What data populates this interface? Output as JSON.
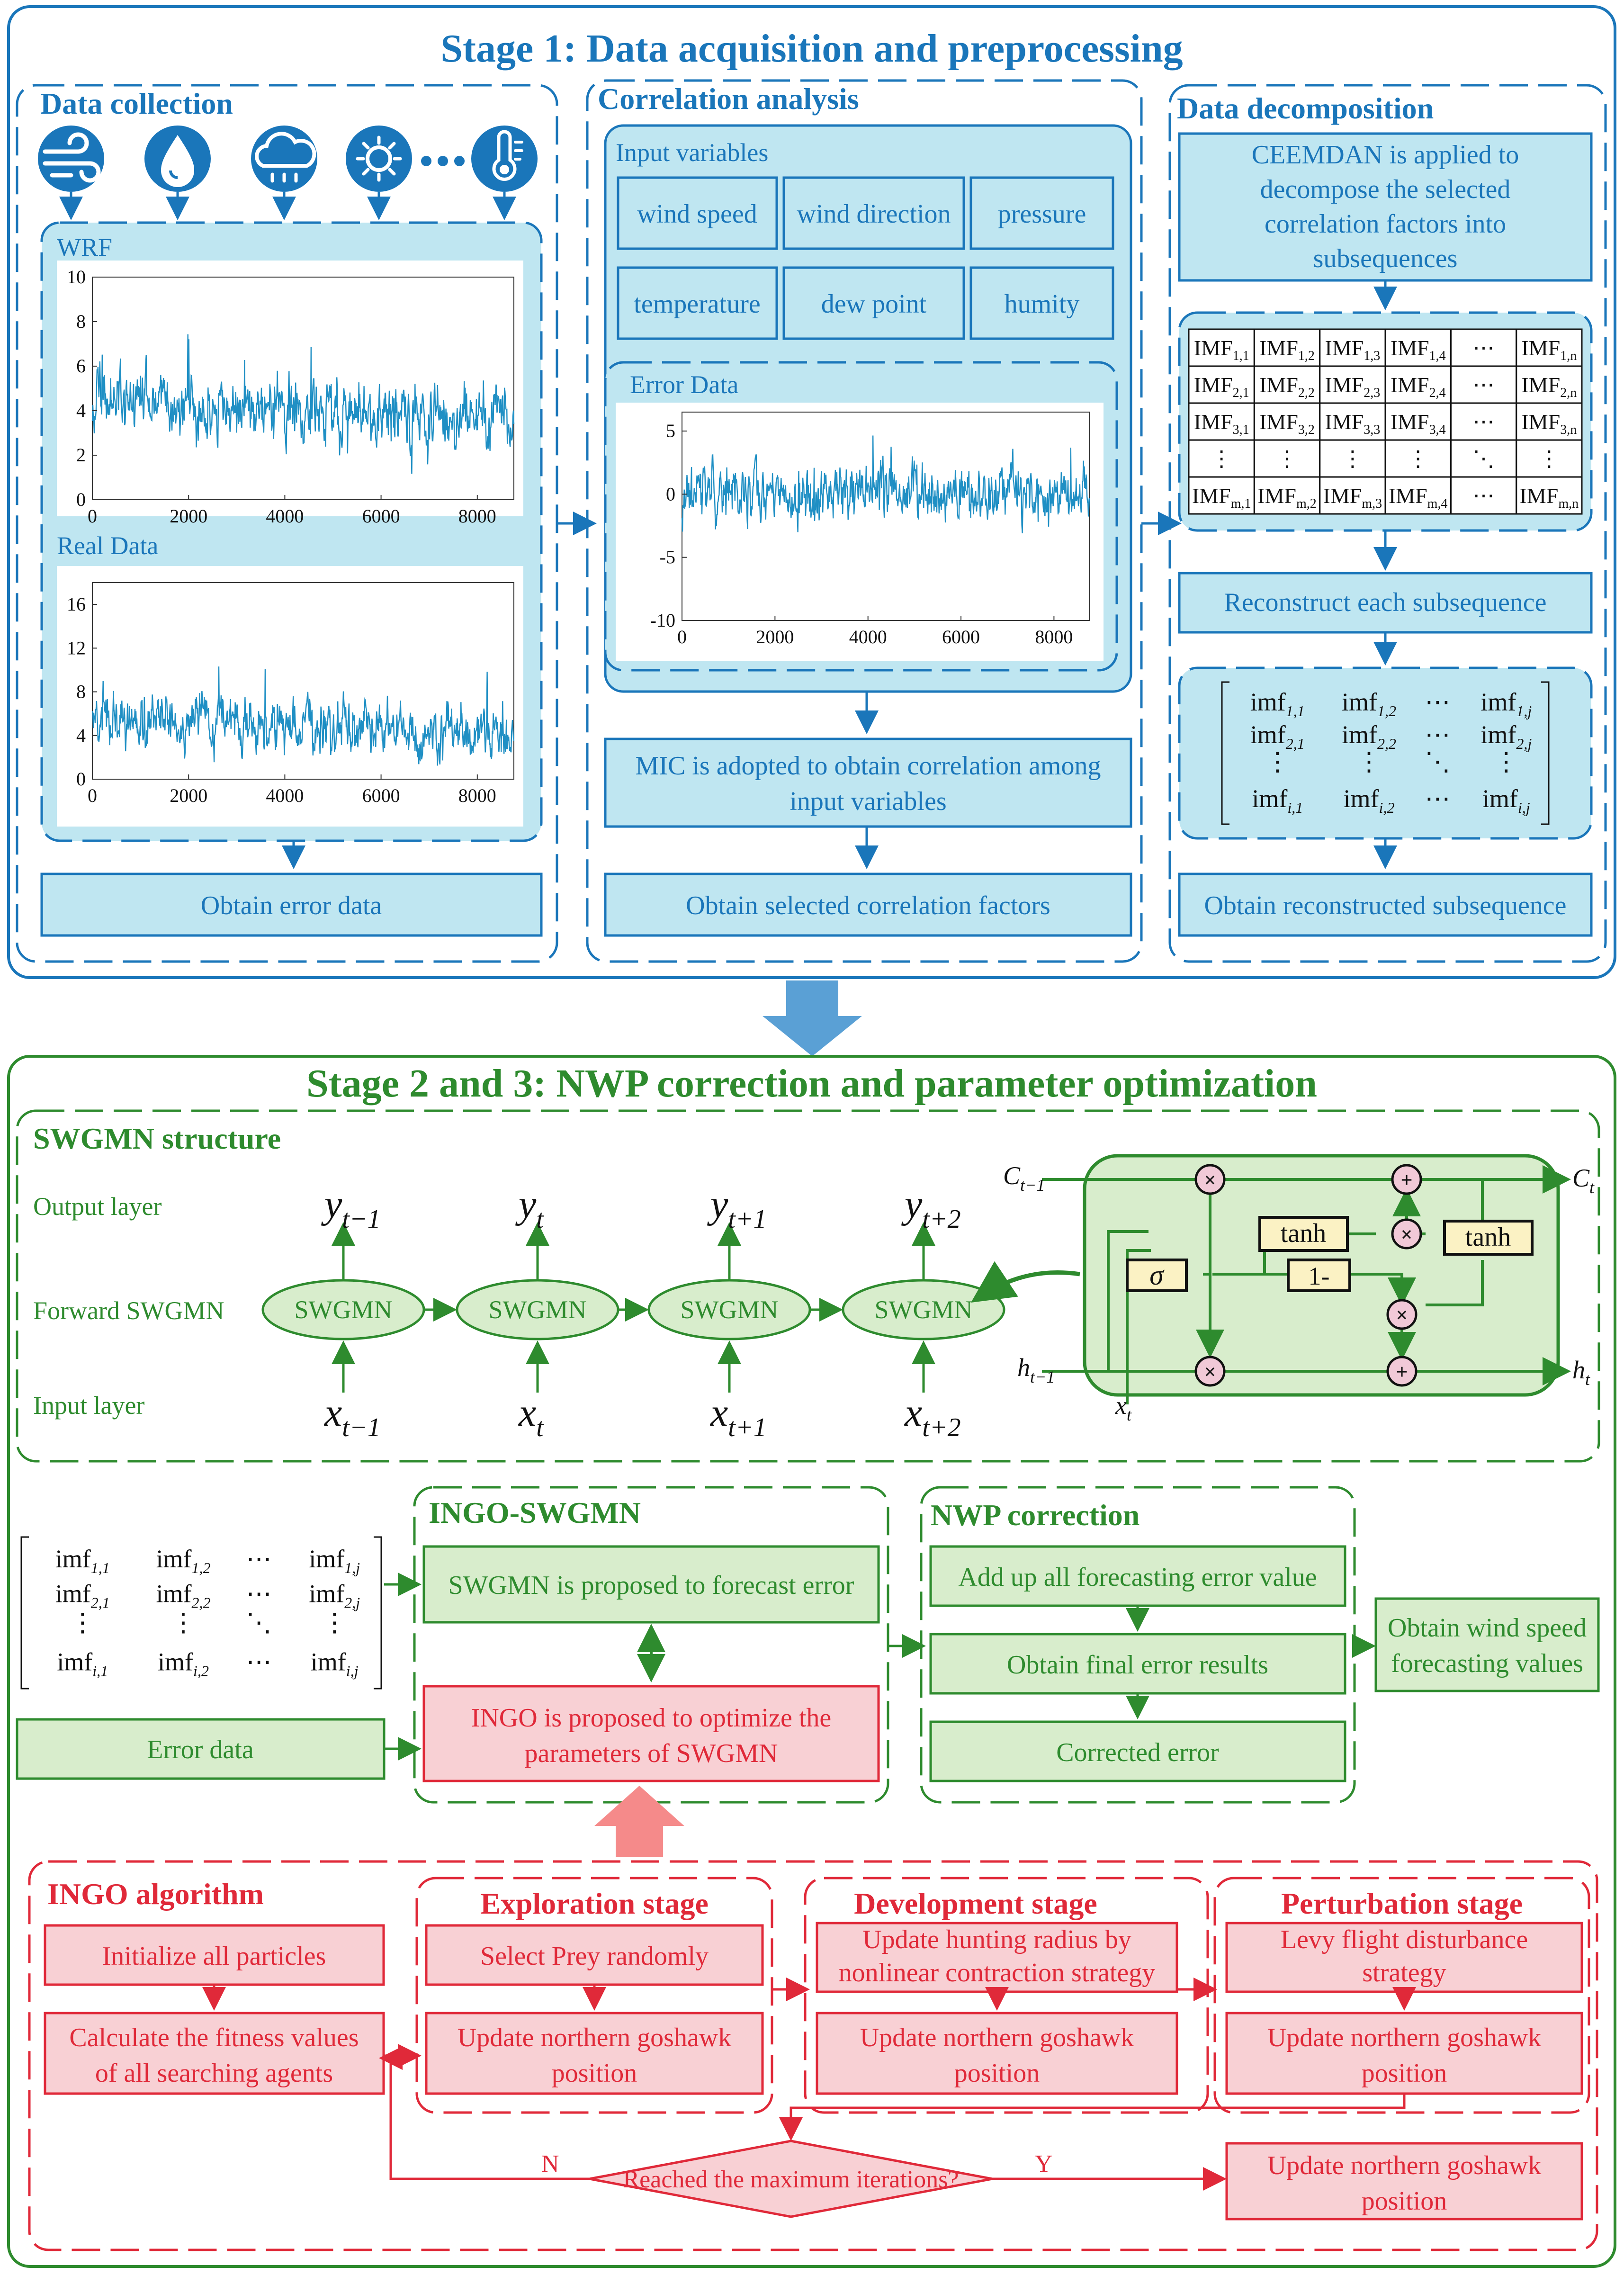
{
  "stage1": {
    "title": "Stage 1: Data acquisition and preprocessing",
    "data_collection": {
      "title": "Data collection",
      "icons": [
        "wind-icon",
        "raindrop-icon",
        "rain-cloud-icon",
        "sun-icon",
        "ellipsis-icon",
        "thermometer-icon"
      ],
      "wrf_label": "WRF",
      "real_label": "Real Data",
      "obtain_error": "Obtain error data"
    },
    "correlation": {
      "title": "Correlation analysis",
      "input_title": "Input variables",
      "variables": [
        "wind speed",
        "wind direction",
        "pressure",
        "temperature",
        "dew point",
        "humity"
      ],
      "error_data_label": "Error Data",
      "mic_line1": "MIC is adopted to obtain correlation among",
      "mic_line2": "input variables",
      "obtain_selected": "Obtain selected correlation factors"
    },
    "decomposition": {
      "title": "Data decomposition",
      "ceemdan_lines": [
        "CEEMDAN is applied to",
        "decompose the selected",
        "correlation factors into",
        "subsequences"
      ],
      "imf_base": "IMF",
      "imf_rows": [
        [
          "1,1",
          "1,2",
          "1,3",
          "1,4",
          "⋯",
          "1,n"
        ],
        [
          "2,1",
          "2,2",
          "2,3",
          "2,4",
          "⋯",
          "2,n"
        ],
        [
          "3,1",
          "3,2",
          "3,3",
          "3,4",
          "⋯",
          "3,n"
        ],
        [
          "⋮",
          "⋮",
          "⋮",
          "⋮",
          "⋱",
          "⋮"
        ],
        [
          "m,1",
          "m,2",
          "m,3",
          "m,4",
          "⋯",
          "m,n"
        ]
      ],
      "reconstruct": "Reconstruct each subsequence",
      "imf_lower": "imf",
      "imf_matrix": [
        [
          "1,1",
          "1,2",
          "⋯",
          "1,j"
        ],
        [
          "2,1",
          "2,2",
          "⋯",
          "2,j"
        ],
        [
          "⋮",
          "⋮",
          "⋱",
          "⋮"
        ],
        [
          "i,1",
          "i,2",
          "⋯",
          "i,j"
        ]
      ],
      "obtain_reconstructed": "Obtain reconstructed subsequence"
    }
  },
  "stage2": {
    "title": "Stage 2 and 3: NWP correction and parameter optimization",
    "swgmn": {
      "title": "SWGMN structure",
      "layer_labels": [
        "Output layer",
        "Forward SWGMN",
        "Input layer"
      ],
      "cell_label": "SWGMN",
      "output_sub": [
        "t−1",
        "t",
        "t+1",
        "t+2"
      ],
      "output_var": "y",
      "input_var": "x",
      "gate": {
        "c_prev": "C",
        "c_prev_sub": "t−1",
        "c_next": "C",
        "c_next_sub": "t",
        "h_prev": "h",
        "h_prev_sub": "t−1",
        "h_next": "h",
        "h_next_sub": "t",
        "x": "x",
        "x_sub": "t",
        "tanh1": "tanh",
        "tanh2": "tanh",
        "sigma": "σ",
        "one_minus": "1-",
        "times": "×",
        "plus": "+"
      }
    },
    "ingo_swgmn": {
      "title": "INGO-SWGMN",
      "forecast": "SWGMN is proposed to forecast error",
      "optimize_line1": "INGO is proposed to optimize the",
      "optimize_line2": "parameters of SWGMN"
    },
    "error_data": "Error data",
    "nwp": {
      "title": "NWP correction",
      "add_up": "Add up all forecasting error value",
      "final": "Obtain final error results",
      "corrected": "Corrected error",
      "obtain_wind_line1": "Obtain wind speed",
      "obtain_wind_line2": "forecasting values"
    },
    "ingo": {
      "title": "INGO algorithm",
      "init": "Initialize all particles",
      "fitness_line1": "Calculate the fitness values",
      "fitness_line2": "of all searching agents",
      "exploration": {
        "title": "Exploration stage",
        "select": "Select Prey randomly",
        "update_line1": "Update northern goshawk",
        "update_line2": "position"
      },
      "development": {
        "title": "Development stage",
        "radius_line1": "Update hunting radius by",
        "radius_line2": "nonlinear contraction strategy",
        "update_line1": "Update northern goshawk",
        "update_line2": "position"
      },
      "perturbation": {
        "title": "Perturbation stage",
        "levy_line1": "Levy flight disturbance",
        "levy_line2": "strategy",
        "update_line1": "Update northern goshawk",
        "update_line2": "position"
      },
      "decision": "Reached the maximum iterations?",
      "no": "N",
      "yes": "Y",
      "final_line1": "Update northern goshawk",
      "final_line2": "position"
    }
  },
  "chart_data": [
    {
      "type": "line",
      "name": "WRF",
      "x_ticks": [
        "0",
        "2000",
        "4000",
        "6000",
        "8000"
      ],
      "y_ticks": [
        "0",
        "2",
        "4",
        "6",
        "8",
        "10"
      ],
      "xlim": [
        0,
        8760
      ],
      "ylim": [
        0,
        10
      ],
      "seed": 11,
      "mean": 4.1,
      "spread": 1.3,
      "trend": [
        4.4,
        3.6
      ],
      "color": "#1f8fc4"
    },
    {
      "type": "line",
      "name": "Error Data",
      "x_ticks": [
        "0",
        "2000",
        "4000",
        "6000",
        "8000"
      ],
      "y_ticks": [
        "5",
        "0",
        "-5",
        "-10"
      ],
      "xlim": [
        0,
        8760
      ],
      "ylim": [
        -10,
        6.5
      ],
      "seed": 23,
      "mean": 0,
      "spread": 1.9,
      "trend": [
        0,
        0
      ],
      "color": "#1f8fc4"
    },
    {
      "type": "line",
      "name": "Real Data",
      "x_ticks": [
        "0",
        "2000",
        "4000",
        "6000",
        "8000"
      ],
      "y_ticks": [
        "0",
        "4",
        "8",
        "12",
        "16"
      ],
      "xlim": [
        0,
        8760
      ],
      "ylim": [
        0,
        18
      ],
      "seed": 37,
      "mean": 5.0,
      "spread": 2.2,
      "trend": [
        5.6,
        4.2
      ],
      "color": "#1f8fc4"
    }
  ],
  "colors": {
    "stage1": "#1a76ba",
    "stage1_fill": "#bfe6f1",
    "stage2": "#2e8b2e",
    "stage2_fill": "#d8edcc",
    "ingo": "#e02939",
    "ingo_fill": "#f8d0d4",
    "tanh_fill": "#fbf2c4"
  }
}
